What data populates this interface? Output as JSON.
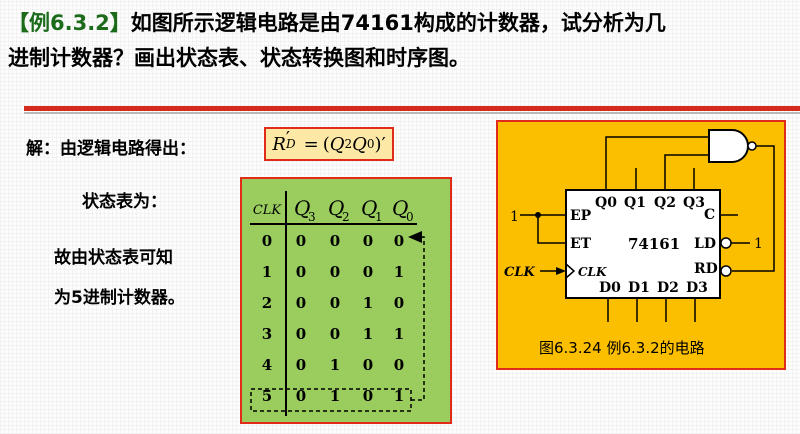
{
  "title": {
    "tag": "【例6.3.2】",
    "line1_rest": "如图所示逻辑电路是由74161构成的计数器，试分析为几",
    "line2": "进制计数器？画出状态表、状态转换图和时序图。"
  },
  "solution_label": "解：由逻辑电路得出：",
  "formula": {
    "lhs": "R",
    "lhs_prime": "′",
    "lhs_sub": "D",
    "eq": "=",
    "rhs_open": "(",
    "rhs_q2": "Q",
    "rhs_q2_sub": "2",
    "rhs_q0": "Q",
    "rhs_q0_sub": "0",
    "rhs_close": ")′"
  },
  "state_table_label": "状态表为：",
  "conclusion": {
    "line1": "故由状态表可知",
    "line2": "为5进制计数器。"
  },
  "state_table": {
    "headers": [
      {
        "main": "CLK",
        "sub": ""
      },
      {
        "main": "Q",
        "sub": "3"
      },
      {
        "main": "Q",
        "sub": "2"
      },
      {
        "main": "Q",
        "sub": "1"
      },
      {
        "main": "Q",
        "sub": "0"
      }
    ],
    "rows": [
      [
        "0",
        "0",
        "0",
        "0",
        "0"
      ],
      [
        "1",
        "0",
        "0",
        "0",
        "1"
      ],
      [
        "2",
        "0",
        "0",
        "1",
        "0"
      ],
      [
        "3",
        "0",
        "0",
        "1",
        "1"
      ],
      [
        "4",
        "0",
        "1",
        "0",
        "0"
      ],
      [
        "5",
        "0",
        "1",
        "0",
        "1"
      ]
    ]
  },
  "circuit": {
    "chip": "74161",
    "pins_top": [
      "Q0",
      "Q1",
      "Q2",
      "Q3"
    ],
    "pins_bottom": [
      "D0",
      "D1",
      "D2",
      "D3"
    ],
    "pin_ep": "EP",
    "pin_et": "ET",
    "pin_clk": "CLK",
    "pin_c": "C",
    "pin_ld": "LD",
    "pin_rd": "RD",
    "input_one_left": "1",
    "input_one_right": "1",
    "clk_input": "CLK",
    "caption": "图6.3.24 例6.3.2的电路"
  }
}
